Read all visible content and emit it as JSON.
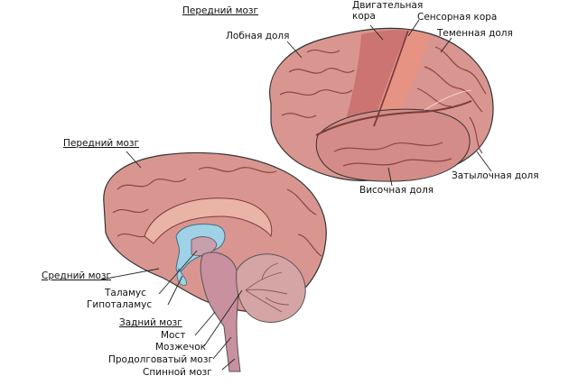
{
  "colors": {
    "cortex": "#d99690",
    "cortex_dark": "#b9706c",
    "cortex_light": "#e9b3a6",
    "groove": "#7a3b3b",
    "motor": "#c86e6c",
    "sensory": "#e9927f",
    "ventricle": "#9fd2e6",
    "brainstem": "#c9909f",
    "cerebellum": "#d5a5a5",
    "outline": "#333333"
  },
  "labels": {
    "forebrain_top": "Передний мозг",
    "frontal_lobe": "Лобная доля",
    "motor_cortex_1": "Двигательная",
    "motor_cortex_2": "кора",
    "sensory_cortex": "Сенсорная кора",
    "parietal_lobe": "Теменная доля",
    "occipital_lobe": "Затылочная доля",
    "temporal_lobe": "Височная доля",
    "forebrain_section": "Передний мозг",
    "midbrain": "Средний мозг",
    "thalamus": "Таламус",
    "hypothalamus": "Гипоталамус",
    "hindbrain": "Задний мозг",
    "pons": "Мост",
    "cerebellum": "Мозжечок",
    "medulla": "Продолговатый мозг",
    "spinal_cord": "Спинной мозг"
  }
}
